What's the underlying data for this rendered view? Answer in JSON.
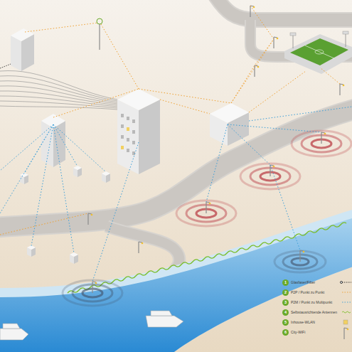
{
  "diagram": {
    "labels": [
      "1",
      "2",
      "3",
      "4",
      "5",
      "6"
    ],
    "legend": [
      {
        "text": "Glasfaser/Fiber"
      },
      {
        "text": "P2P / Punkt zu Punkt"
      },
      {
        "text": "P2M / Punkt zu Multipunkt"
      },
      {
        "text": "Selbstausrichtende Antennen"
      },
      {
        "text": "Inhouse-WLAN"
      },
      {
        "text": "City-WiFi"
      }
    ]
  }
}
